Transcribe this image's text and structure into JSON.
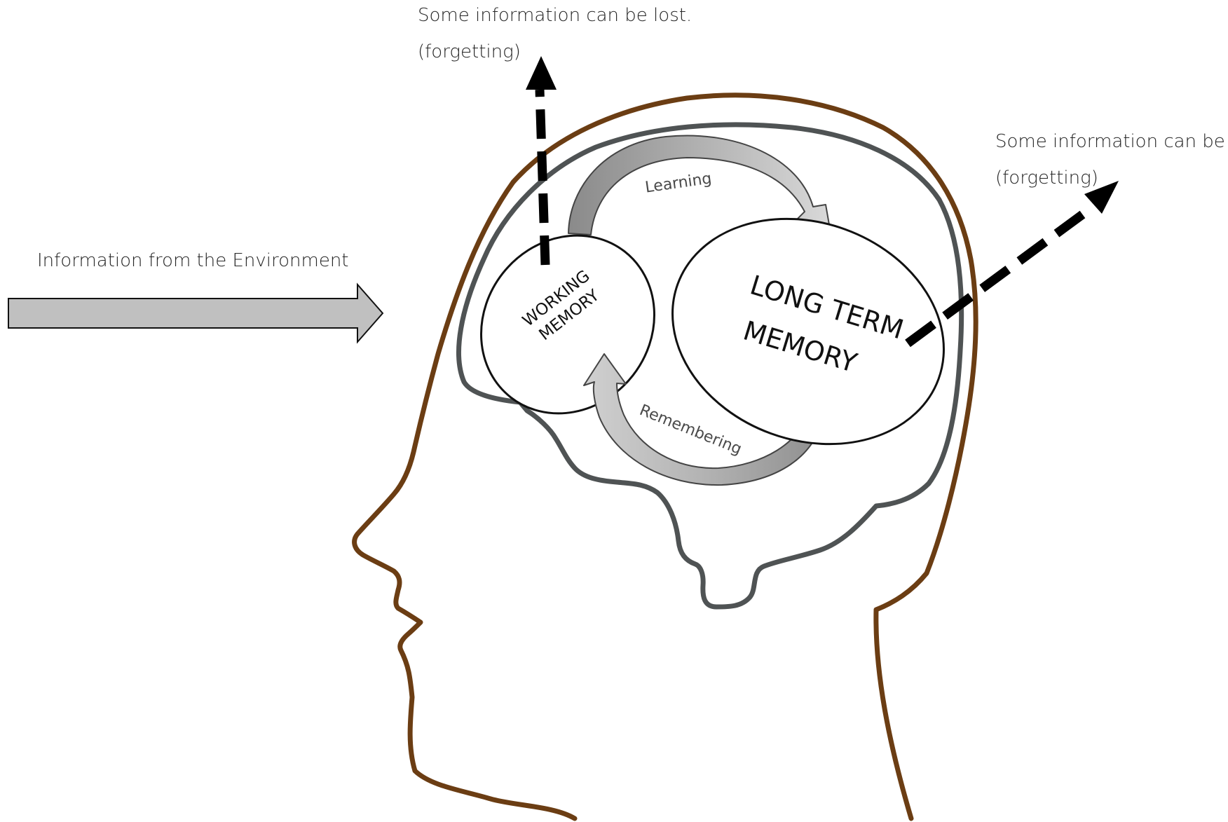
{
  "labels": {
    "environment": "Information from the Environment",
    "forget_top_line1": "Some information can be lost.",
    "forget_top_line2": "(forgetting)",
    "forget_right_line1": "Some information can be lost.",
    "forget_right_line2": "(forgetting)",
    "working_memory_line1": "WORKING",
    "working_memory_line2": "MEMORY",
    "long_term_memory_line1": "LONG TERM",
    "long_term_memory_line2": "MEMORY",
    "learning": "Learning",
    "remembering": "Remembering"
  },
  "colors": {
    "head_outline": "#6b3d13",
    "brain_outline": "#4f5354",
    "arrow_fill": "#c0c0c0",
    "learning_arrow": "#8e8e8e",
    "remembering_arrow": "#a9a9a9",
    "forgetting_arrow": "#000000"
  }
}
